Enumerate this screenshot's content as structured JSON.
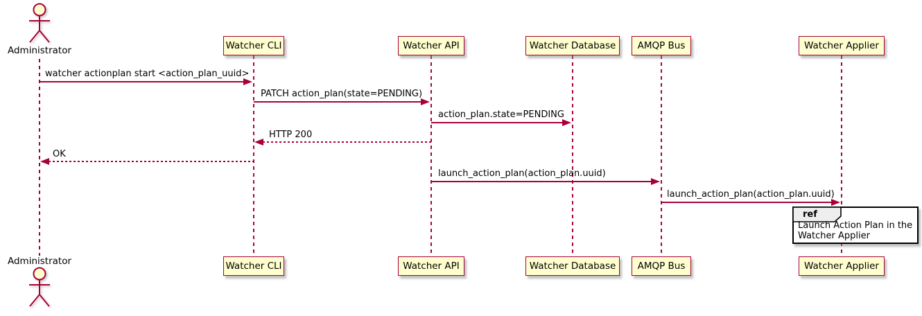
{
  "diagram": {
    "kind": "uml-sequence-diagram",
    "colors": {
      "background": "#FFFFFF",
      "participant_fill": "#FEFECE",
      "participant_border": "#A80036",
      "line_color": "#A80036",
      "text_color": "#000000",
      "ref_header_fill": "#EEEEEE",
      "ref_border": "#000000"
    },
    "actor": {
      "name": "Administrator"
    },
    "participants": [
      {
        "label": "Watcher CLI"
      },
      {
        "label": "Watcher API"
      },
      {
        "label": "Watcher Database"
      },
      {
        "label": "AMQP Bus"
      },
      {
        "label": "Watcher Applier"
      }
    ],
    "messages": [
      {
        "from": "Administrator",
        "to": "Watcher CLI",
        "style": "solid",
        "label": "watcher actionplan start <action_plan_uuid>"
      },
      {
        "from": "Watcher CLI",
        "to": "Watcher API",
        "style": "solid",
        "label": "PATCH action_plan(state=PENDING)"
      },
      {
        "from": "Watcher API",
        "to": "Watcher Database",
        "style": "solid",
        "label": "action_plan.state=PENDING"
      },
      {
        "from": "Watcher API",
        "to": "Watcher CLI",
        "style": "dotted",
        "label": "HTTP 200"
      },
      {
        "from": "Watcher CLI",
        "to": "Administrator",
        "style": "dotted",
        "label": "OK"
      },
      {
        "from": "Watcher API",
        "to": "AMQP Bus",
        "style": "solid",
        "label": "launch_action_plan(action_plan.uuid)"
      },
      {
        "from": "AMQP Bus",
        "to": "Watcher Applier",
        "style": "solid",
        "label": "launch_action_plan(action_plan.uuid)"
      }
    ],
    "ref": {
      "keyword": "ref",
      "lines": [
        "Launch Action Plan in the",
        "Watcher Applier"
      ]
    }
  }
}
